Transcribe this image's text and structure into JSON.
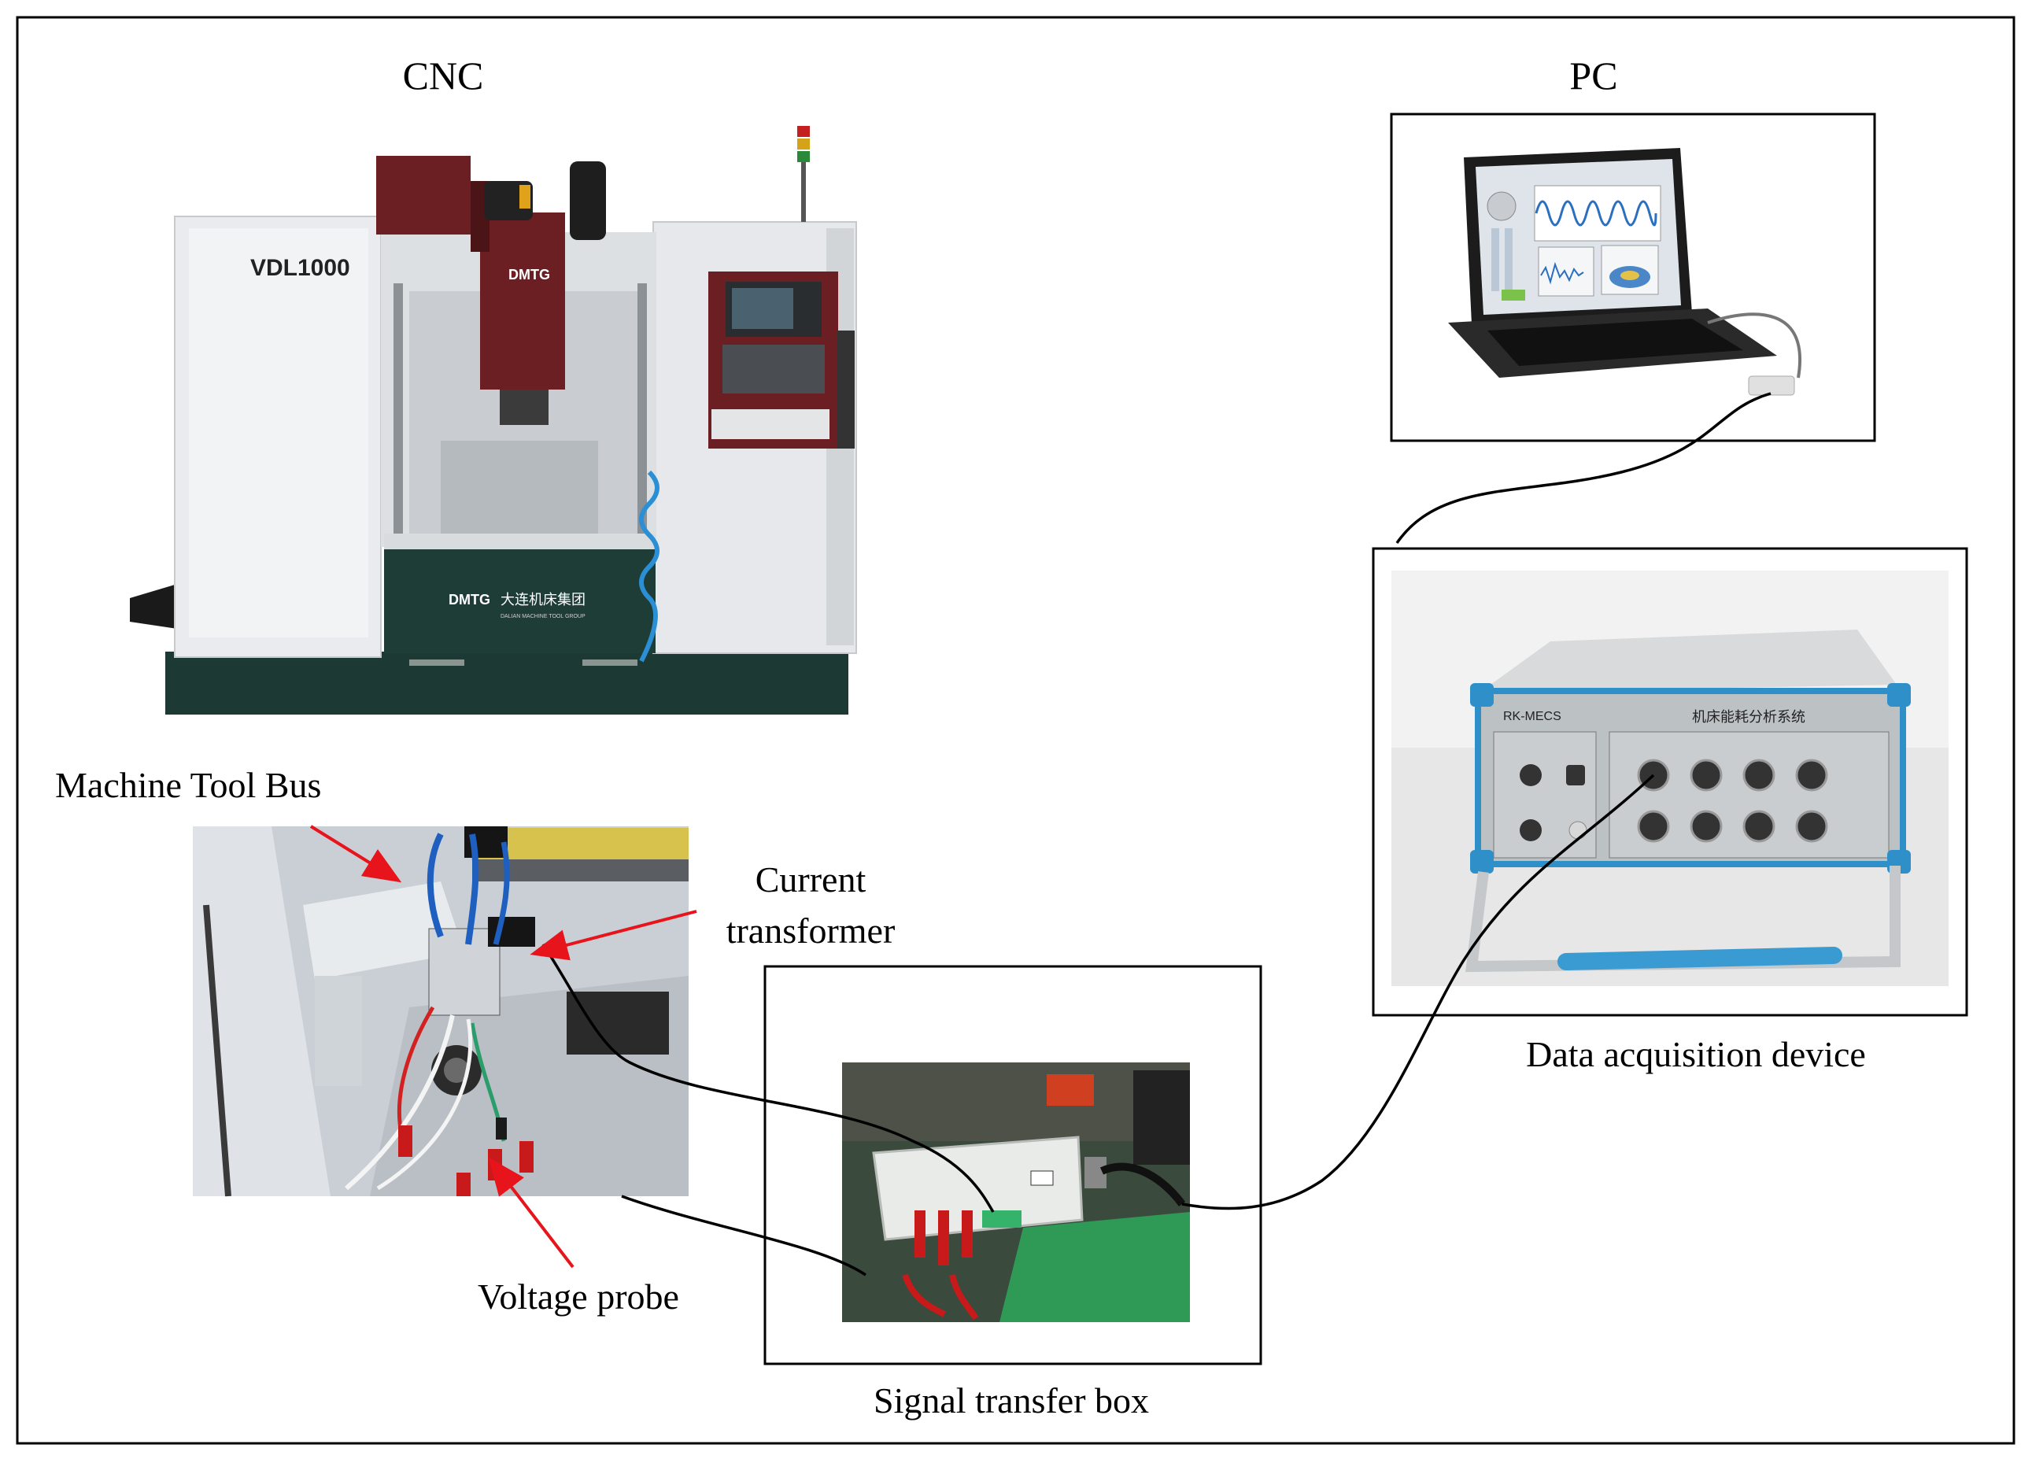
{
  "labels": {
    "cnc": "CNC",
    "pc": "PC",
    "machine_tool_bus": "Machine Tool Bus",
    "current_transformer_line1": "Current",
    "current_transformer_line2": "transformer",
    "voltage_probe": "Voltage probe",
    "signal_transfer_box": "Signal transfer box",
    "data_acquisition_device": "Data acquisition device"
  },
  "machine": {
    "model": "VDL1000",
    "brand": "DMTG",
    "company_cn": "大连机床集团",
    "company_en": "DALIAN MACHINE TOOL GROUP"
  },
  "daq_device": {
    "brand": "RK-MECS",
    "title_cn": "机床能耗分析系统"
  },
  "colors": {
    "border": "#000000",
    "arrow": "#e8141b",
    "cable": "#000000",
    "machine_white": "#e9ebee",
    "machine_maroon": "#6b1f23",
    "machine_base": "#1c3a33",
    "daq_blue": "#2f8fc8",
    "panel_bg": "#bcc1c4"
  }
}
